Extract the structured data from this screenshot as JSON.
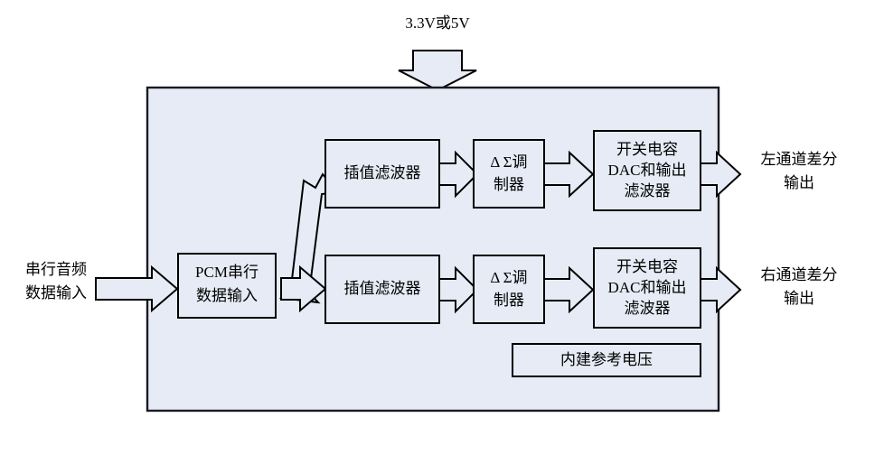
{
  "diagram": {
    "title": "PCM Audio DAC Block Diagram",
    "colors": {
      "chip_fill": "#e6ebf5",
      "arrow_fill": "#e6ebf5",
      "stroke": "#000000",
      "page_background": "#ffffff"
    },
    "supply": {
      "label": "3.3V或5V",
      "arrow": "down-arrow-icon"
    },
    "input": {
      "label_line1": "串行音频",
      "label_line2": "数据输入",
      "arrow": "right-arrow-icon"
    },
    "pcm_block": {
      "line1": "PCM串行",
      "line2": "数据输入"
    },
    "channels": [
      {
        "name": "left-channel",
        "interp_filter": "插值滤波器",
        "modulator_line1": "Δ Σ调",
        "modulator_line2": "制器",
        "dac_line1": "开关电容",
        "dac_line2": "DAC和输出",
        "dac_line3": "滤波器",
        "output_line1": "左通道差分",
        "output_line2": "输出"
      },
      {
        "name": "right-channel",
        "interp_filter": "插值滤波器",
        "modulator_line1": "Δ Σ调",
        "modulator_line2": "制器",
        "dac_line1": "开关电容",
        "dac_line2": "DAC和输出",
        "dac_line3": "滤波器",
        "output_line1": "右通道差分",
        "output_line2": "输出"
      }
    ],
    "reference_block": {
      "label": "内建参考电压"
    }
  }
}
